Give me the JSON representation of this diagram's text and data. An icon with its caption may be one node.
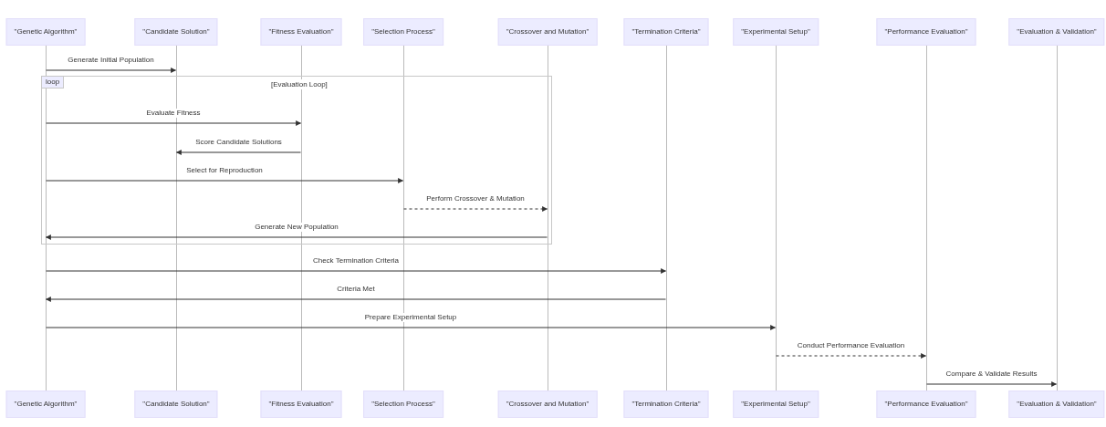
{
  "diagram": {
    "nodes": [
      {
        "text": [
          "\"Genetic Algorithm\""
        ]
      },
      {
        "text": [
          "\"Candidate Solution\""
        ]
      },
      {
        "text": [
          "\"Fitness Evaluation\""
        ]
      },
      {
        "text": [
          "\"Selection Process\""
        ]
      },
      {
        "text": [
          "\"Crossover and Mutation\""
        ]
      },
      {
        "text": [
          "\"Termination Criteria\""
        ]
      },
      {
        "text": [
          "\"Experimental Setup\""
        ]
      },
      {
        "text": [
          "\"Performance Evaluation\""
        ]
      },
      {
        "text": [
          "\"Evaluation & Validation\""
        ]
      },
      {
        "text": [],
        "shape": "bar"
      },
      {
        "text": [],
        "shape": "bar"
      },
      {
        "text": [],
        "shape": "bar"
      },
      {
        "text": [],
        "shape": "bar"
      },
      {
        "text": [],
        "shape": "bar"
      },
      {
        "text": [],
        "shape": "bar"
      },
      {
        "text": [],
        "shape": "bar"
      },
      {
        "text": [],
        "shape": "bar"
      },
      {
        "text": [],
        "shape": "bar"
      },
      {
        "text": [
          "\"Genetic Algorithm\""
        ]
      },
      {
        "text": [
          "\"Candidate Solution\""
        ]
      },
      {
        "text": [
          "\"Fitness Evaluation\""
        ]
      },
      {
        "text": [
          "\"Selection Process\""
        ]
      },
      {
        "text": [
          "\"Crossover and Mutation\""
        ]
      },
      {
        "text": [
          "\"Termination Criteria\""
        ]
      },
      {
        "text": [
          "\"Experimental Setup\""
        ]
      },
      {
        "text": [
          "\"Performance Evaluation\""
        ]
      },
      {
        "text": [
          "\"Evaluation & Validation\""
        ]
      }
    ],
    "edges": [
      {
        "from": 9,
        "to": 10,
        "arrow": "to",
        "label": "Generate Initial Population"
      },
      {
        "from": 9,
        "to": 11,
        "arrow": "to",
        "label": "Evaluate Fitness"
      },
      {
        "from": 11,
        "to": 10,
        "arrow": "to",
        "label": "Score Candidate Solutions"
      },
      {
        "from": 9,
        "to": 12,
        "arrow": "to",
        "label": "Select for Reproduction"
      },
      {
        "from": 12,
        "to": 13,
        "arrow": "to",
        "label": "Perform Crossover & Mutation",
        "style": "dashed"
      },
      {
        "from": 13,
        "to": 9,
        "arrow": "to",
        "label": "Generate New Population"
      },
      {
        "from": 9,
        "to": 14,
        "arrow": "to",
        "label": "Check Termination Criteria"
      },
      {
        "from": 14,
        "to": 9,
        "arrow": "to",
        "label": "Criteria Met"
      },
      {
        "from": 9,
        "to": 15,
        "arrow": "to",
        "label": "Prepare Experimental Setup"
      },
      {
        "from": 15,
        "to": 16,
        "arrow": "to",
        "label": "Conduct Performance Evaluation",
        "style": "dashed"
      },
      {
        "from": 16,
        "to": 17,
        "arrow": "to",
        "label": "Compare & Validate Results"
      }
    ],
    "labels": [
      "loop",
      "[Evaluation Loop]"
    ]
  }
}
